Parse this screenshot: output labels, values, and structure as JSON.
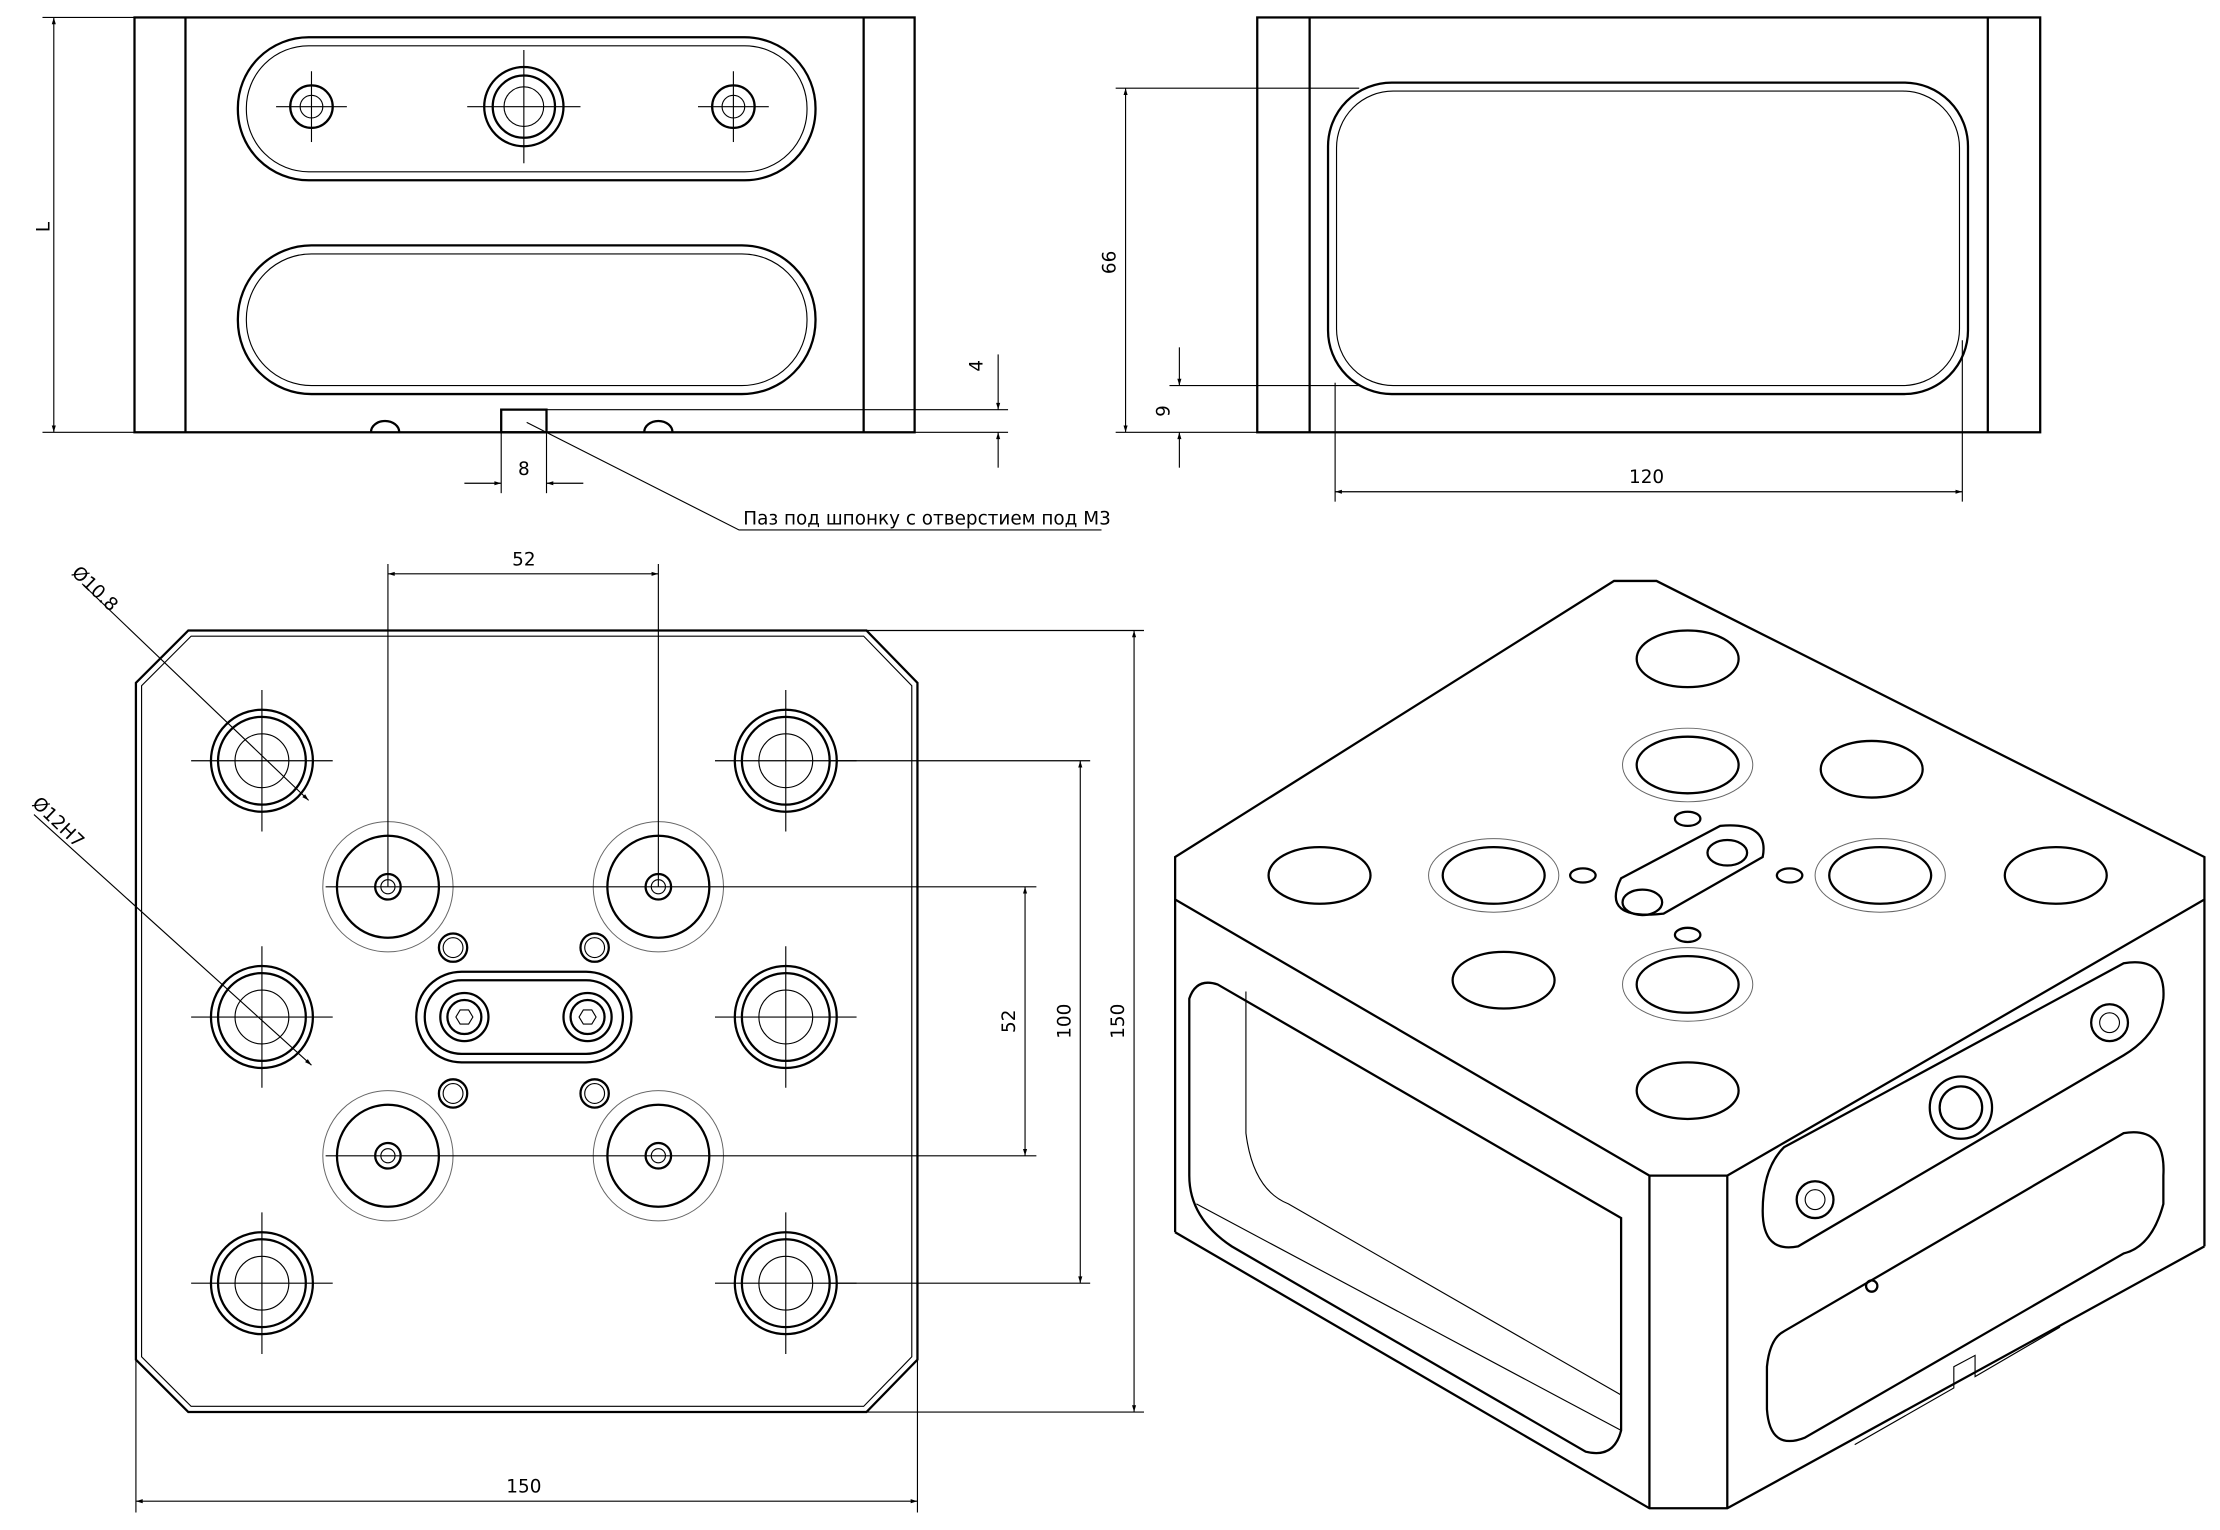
{
  "views": {
    "front": {
      "dim_height": "L",
      "dim_key_depth": "4",
      "dim_key_width": "8",
      "note": "Паз под шпонку с отверстием под М3"
    },
    "side": {
      "dim_window_height": "66",
      "dim_window_offset": "9",
      "dim_window_width": "120"
    },
    "plan": {
      "dim_pattern_x": "52",
      "dim_pattern_y": "52",
      "dim_outer_holes": "100",
      "dim_height": "150",
      "dim_width": "150",
      "callout_small_hole": "Ø10.8",
      "callout_large_hole": "Ø12H7"
    },
    "isometric": {}
  }
}
